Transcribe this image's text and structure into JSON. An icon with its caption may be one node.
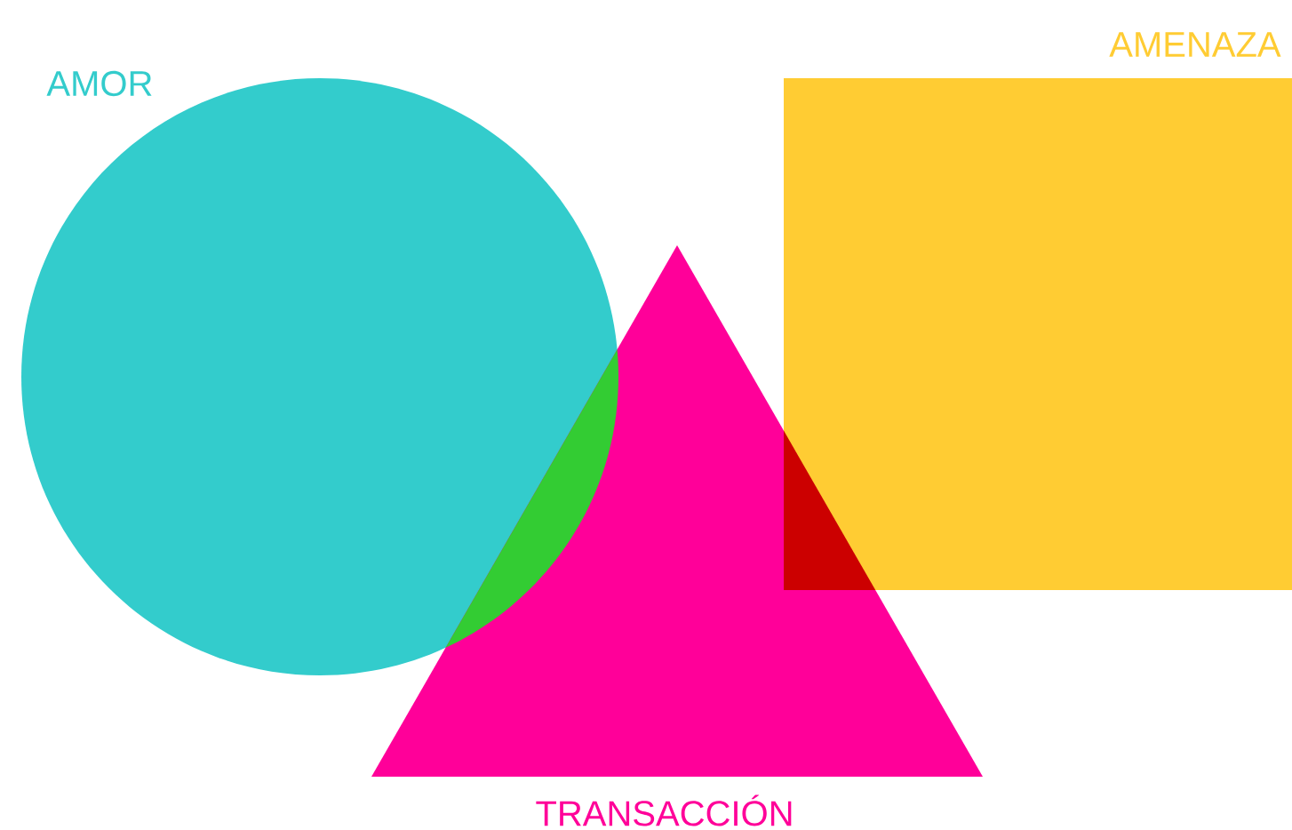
{
  "diagram": {
    "nodes": [
      {
        "text": [
          "AMOR"
        ]
      },
      {
        "text": [
          "AMENAZA"
        ]
      },
      {
        "text": [
          "TRANSACCIÓN"
        ]
      }
    ]
  }
}
